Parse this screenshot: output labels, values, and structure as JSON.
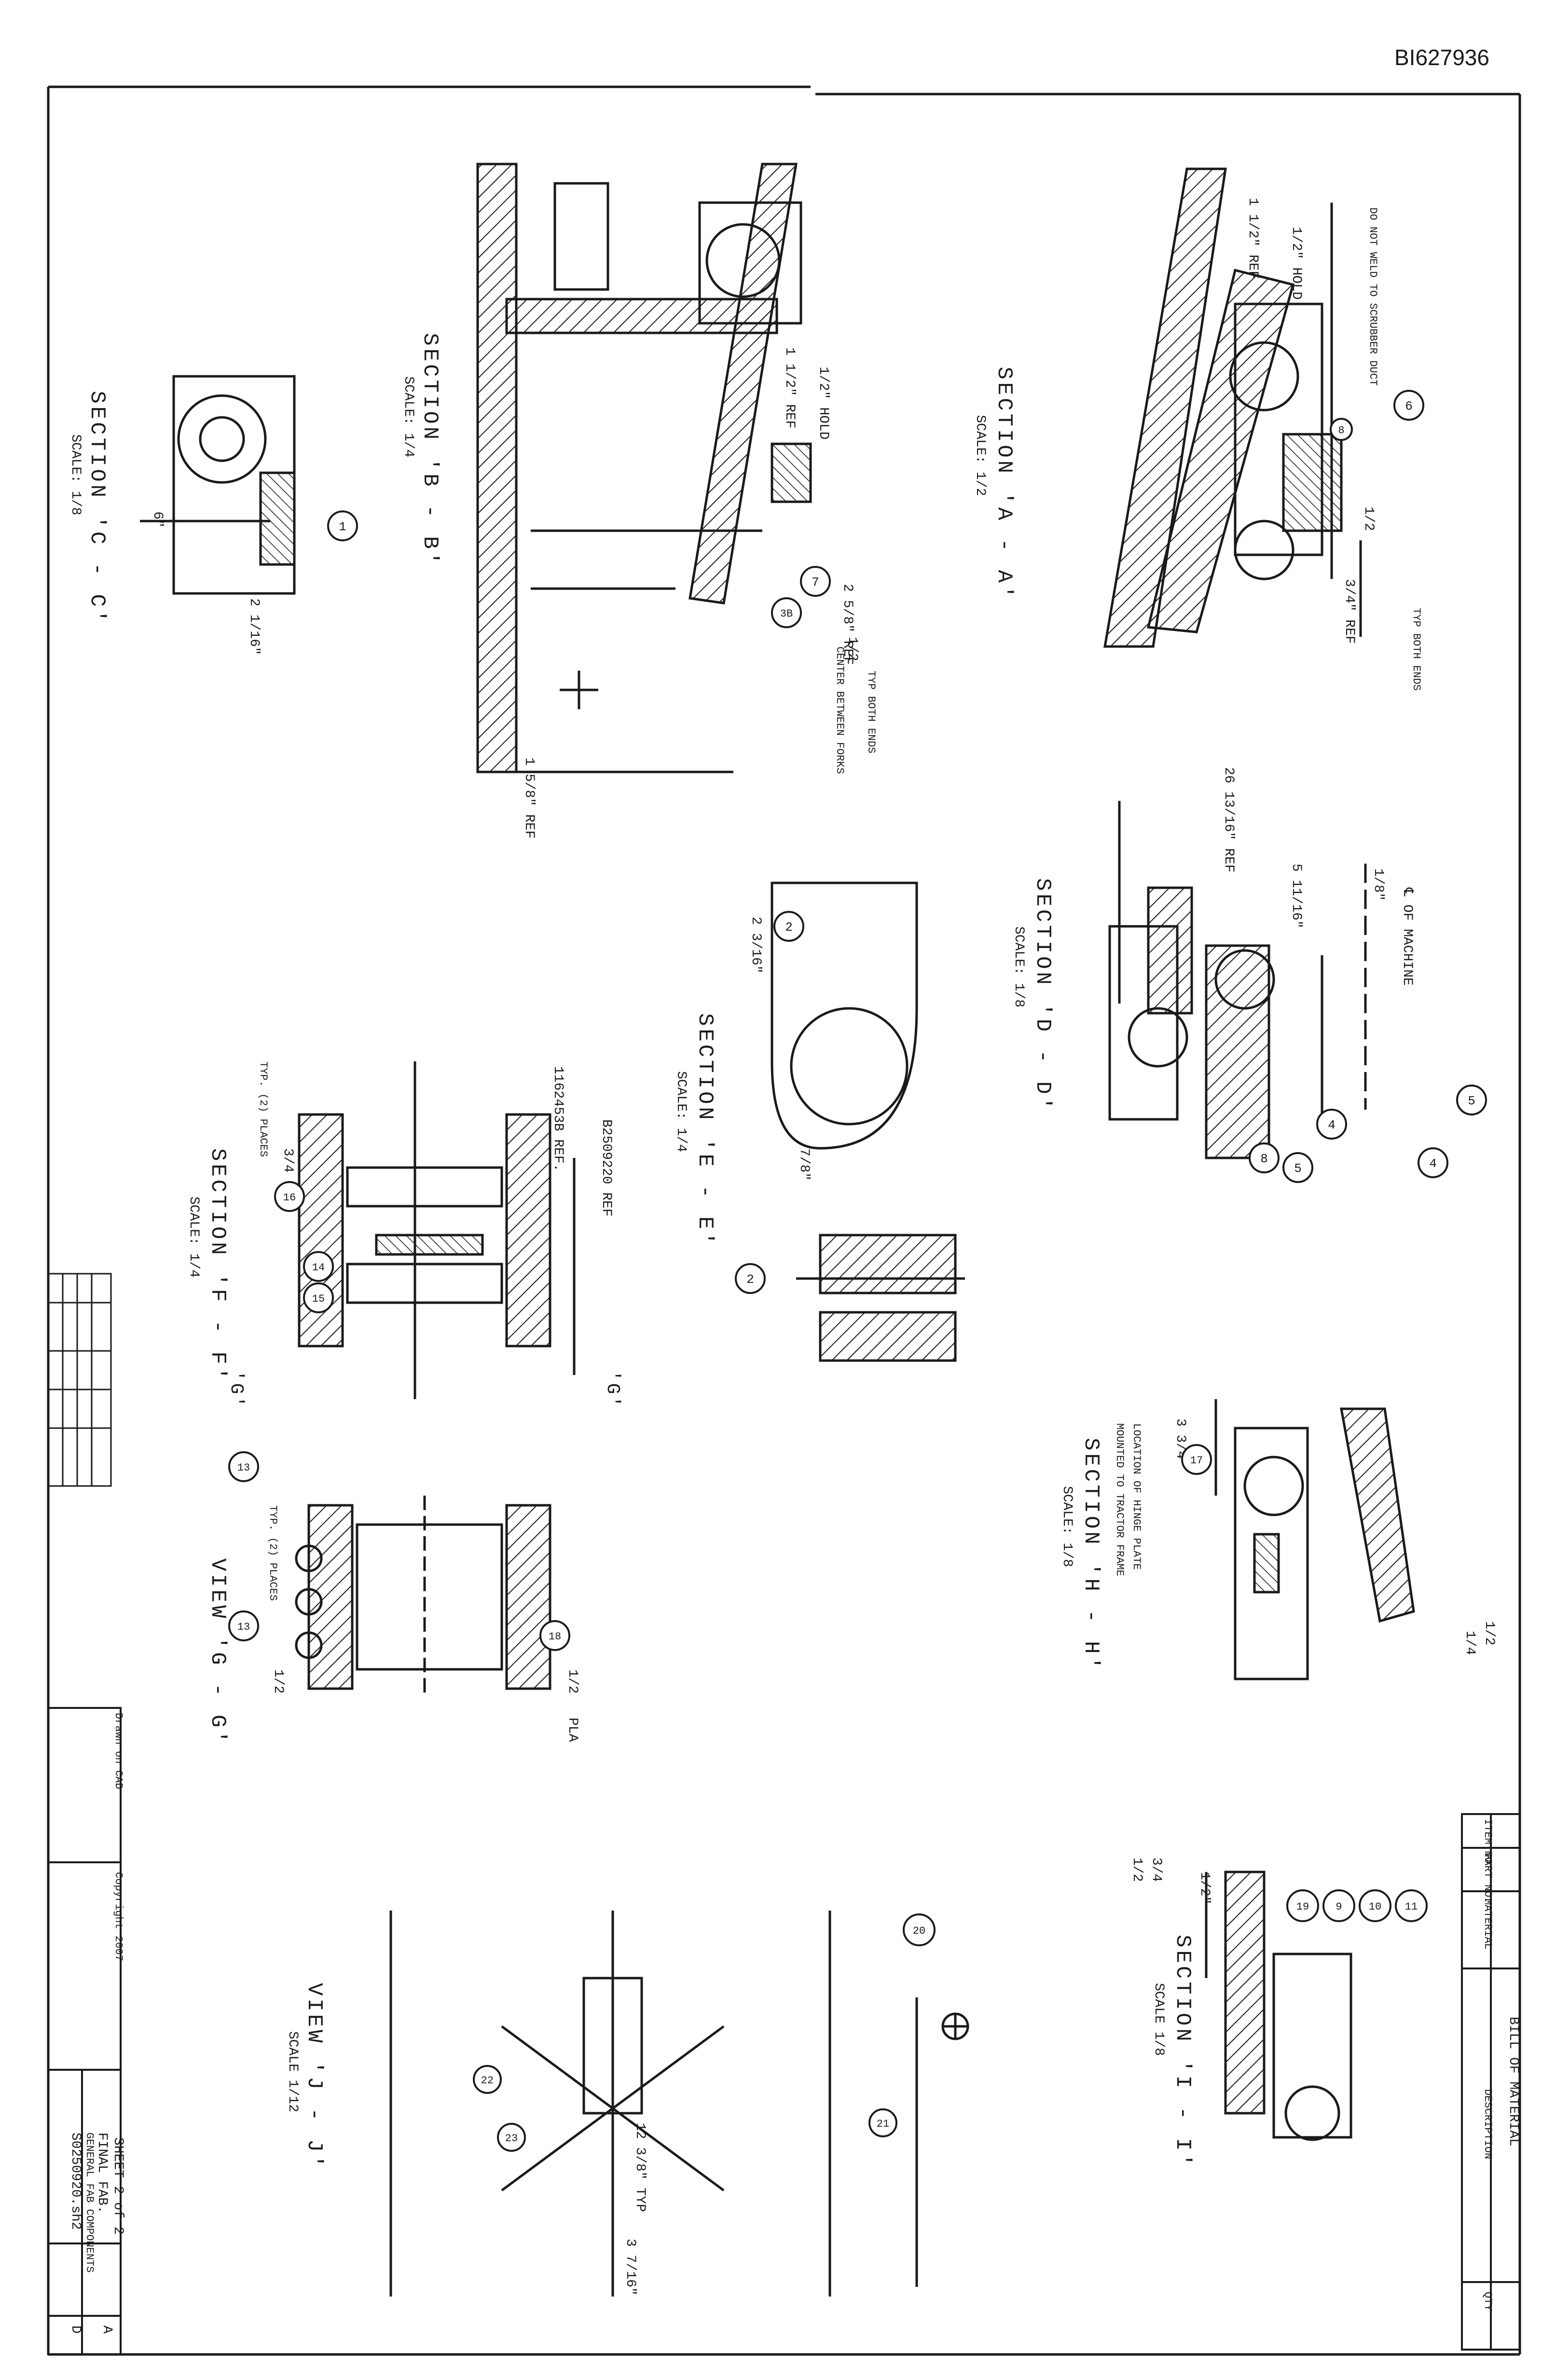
{
  "document_id": "BI627936",
  "sections": {
    "aa": {
      "title": "SECTION 'A - A'",
      "scale": "SCALE: 1/2"
    },
    "bb": {
      "title": "SECTION 'B - B'",
      "scale": "SCALE: 1/4"
    },
    "cc": {
      "title": "SECTION 'C - C'",
      "scale": "SCALE: 1/8"
    },
    "dd": {
      "title": "SECTION 'D - D'",
      "scale": "SCALE: 1/8"
    },
    "ee": {
      "title": "SECTION 'E - E'",
      "scale": "SCALE: 1/4"
    },
    "ff": {
      "title": "SECTION 'F - F'",
      "scale": "SCALE: 1/4"
    },
    "gg": {
      "title": "VIEW 'G - G'"
    },
    "hh": {
      "title": "SECTION 'H - H'",
      "scale": "SCALE: 1/8"
    },
    "ii": {
      "title": "SECTION 'I - I'",
      "scale": "SCALE 1/8"
    },
    "jj": {
      "title": "VIEW 'J - J'",
      "scale": "SCALE 1/12"
    }
  },
  "notes": {
    "aa_no_weld": "DO NOT WELD TO SCRUBBER DUCT",
    "aa_hold": "1/2\" HOLD",
    "aa_ref": "1 1/2\" REF",
    "aa_typ": "TYP BOTH ENDS",
    "aa_weld": "1/2",
    "aa_dim": "3/4\" REF",
    "bb_hold": "1/2\" HOLD",
    "bb_ref": "1 1/2\" REF",
    "bb_dim1": "2 5/8\" REF",
    "bb_weld": "1/2",
    "bb_typ": "TYP BOTH ENDS",
    "bb_center": "CENTER BETWEEN FORKS",
    "bb_dim2": "1 5/8\" REF",
    "cc_dim1": "6\"",
    "cc_dim2": "2 1/16\"",
    "dd_machine": "℄ OF MACHINE",
    "dd_dim1": "1/8\"",
    "dd_dim2": "5 11/16\"",
    "dd_dim3": "26 13/16\" REF",
    "ee_dim1": "2 3/16\"",
    "ee_dim2": "7/8\"",
    "ff_ref1": "1162453B REF.",
    "ff_ref2": "B2509220 REF",
    "ff_typ": "TYP. (2) PLACES",
    "ff_weld": "3/4",
    "gg_arrow": "'G'",
    "gg_typ": "TYP. (2) PLACES",
    "gg_weld1": "1/2",
    "gg_weld2": "1/2",
    "gg_pla": "PLA",
    "hh_note1": "LOCATION OF HINGE PLATE",
    "hh_note2": "MOUNTED TO TRACTOR FRAME",
    "hh_dim": "3 3/4\"",
    "hh_weld1": "1/2",
    "hh_weld2": "1/4",
    "ii_dim": "1/2\"",
    "ii_weld1": "3/4",
    "ii_weld2": "1/2",
    "jj_dim1": "12 3/8\" TYP",
    "jj_dim2": "3 7/16\""
  },
  "balloons": {
    "b6": "6",
    "b8": "8",
    "b7": "7",
    "b3b": "3B",
    "b1": "1",
    "b2a": "2",
    "b2b": "2",
    "b4a": "4",
    "b4b": "4",
    "b5a": "5",
    "b5b": "5",
    "b8d": "8",
    "b14": "14",
    "b15": "15",
    "b16": "16",
    "b18": "18",
    "b13a": "13",
    "b13b": "13",
    "b17": "17",
    "b19": "19",
    "b9": "9",
    "b10": "10",
    "b11": "11",
    "b20": "20",
    "b21": "21",
    "b22": "22",
    "b23": "23"
  },
  "bom": {
    "title": "BILL OF MATERIAL",
    "col_item": "ITEM NO",
    "col_part": "PART NO.",
    "col_mat": "MATERIAL",
    "col_desc": "DESCRIPTION",
    "col_qty": "QTY"
  },
  "title_block": {
    "sheet": "SHEET 2 of 2",
    "title": "FINAL FAB.",
    "subtitle": "GENERAL FAB COMPONENTS",
    "drawing_no": "S0250920.sh2",
    "rev": "D",
    "size": "A",
    "copyright": "Copyright 2007",
    "drawn": "Drawn on CAD"
  }
}
